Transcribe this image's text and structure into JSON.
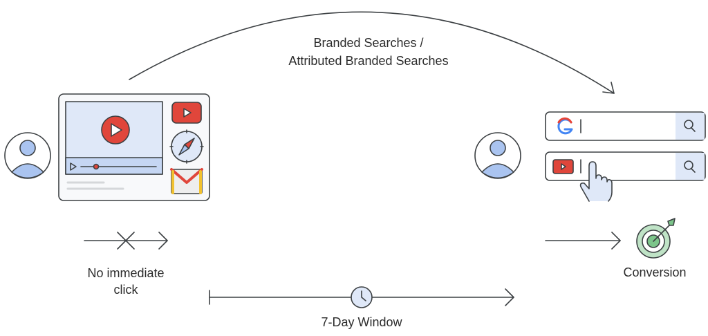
{
  "arc_label": {
    "line1": "Branded Searches /",
    "line2": "Attributed Branded Searches"
  },
  "no_click_label": {
    "line1": "No immediate",
    "line2": "click"
  },
  "window_label": "7-Day Window",
  "conversion_label": "Conversion",
  "colors": {
    "stroke": "#3c4043",
    "blue_fill": "#aac4f0",
    "light_blue": "#dfe8f8",
    "red": "#e0463b",
    "green": "#7cc58a",
    "yellow": "#f2c230"
  }
}
